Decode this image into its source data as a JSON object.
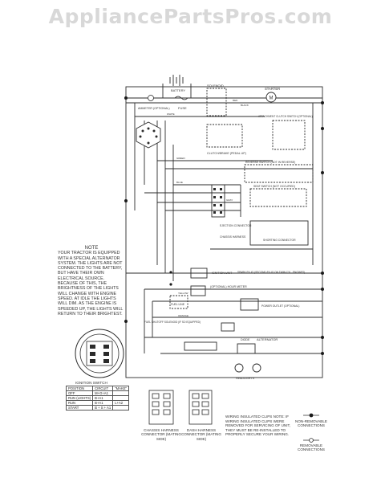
{
  "watermark": "AppliancePartsPros.com",
  "components": {
    "battery": "BATTERY",
    "solenoid": "SOLENOID",
    "starter": "STARTER",
    "ammeter": "AMMETER (OPTIONAL)",
    "fuse": "FUSE",
    "attachment_clutch": "ATTACHMENT CLUTCH SWITCH (OPTIONAL)",
    "clutch_brake": "CLUTCH/BRAKE (PEDAL UP)",
    "reverse_switch": "REVERSE SWITCH (NOT IN REVERSE)",
    "seat_switch": "SEAT SWITCH (NOT OCCUPIED)",
    "ignition_unit": "IGNITION UNIT",
    "spark_plug": "SPARK PLUG (SECOND PLUG ON TWIN CYL. ENGINES)",
    "optional_hour_meter": "(OPTIONAL) HOUR METER",
    "fuel_line": "FUEL LINE",
    "power_outlet": "POWER OUTLET (OPTIONAL)",
    "fuel_shutoff": "FUEL SHUTOFF SOLENOID (IF SO EQUIPPED)",
    "alternator": "ALTERNATOR",
    "diode": "DIODE",
    "headlights": "HEADLIGHTS",
    "ejection_connector": "EJECTION CONNECTOR",
    "chassis_harness": "CHASSIS HARNESS",
    "shorting_connector": "SHORTING CONNECTOR"
  },
  "wires": {
    "red": "RED",
    "black": "BLACK",
    "white": "WHITE",
    "green": "GREEN",
    "blue": "BLUE",
    "gray": "GRAY",
    "yellow": "YELLOW",
    "orange": "ORANGE"
  },
  "note": {
    "title": "NOTE",
    "body": "YOUR TRACTOR IS EQUIPPED WITH A SPECIAL ALTERNATOR SYSTEM. THE LIGHTS ARE NOT CONNECTED TO THE BATTERY, BUT HAVE THEIR OWN ELECTRICAL SOURCE. BECAUSE OF THIS, THE BRIGHTNESS OF THE LIGHTS WILL CHANGE WITH ENGINE SPEED. AT IDLE THE LIGHTS WILL DIM. AS THE ENGINE IS SPEEDED UP, THE LIGHTS WILL RETURN TO THEIR BRIGHTEST."
  },
  "ignition": {
    "title": "IGNITION SWITCH",
    "headers": [
      "POSITION",
      "CIRCUIT",
      "\"MAKE\""
    ],
    "rows": [
      [
        "OFF",
        "M+G+A1",
        ""
      ],
      [
        "RUN (LIGHTS)",
        "B+A1",
        ""
      ],
      [
        "RUN",
        "B+A1",
        "L+A2"
      ],
      [
        "START",
        "B + S + A1",
        ""
      ]
    ]
  },
  "connectors": {
    "chassis": "CHASSIS HARNESS CONNECTOR (MATING SIDE)",
    "dash": "DASH HARNESS CONNECTOR (MATING SIDE)"
  },
  "clip_note": "WIRING INSULATED CLIPS NOTE: IF WIRING INSULATED CLIPS WERE REMOVED FOR SERVICING OF UNIT, THEY MUST BE RE-INSTALLED TO PROPERLY SECURE YOUR WIRING.",
  "legend": {
    "non_removable": "NON-REMOVABLE CONNECTIONS",
    "removable": "REMOVABLE CONNECTIONS"
  },
  "colors": {
    "line": "#2b2b2b",
    "watermark": "#d8d8d8"
  }
}
